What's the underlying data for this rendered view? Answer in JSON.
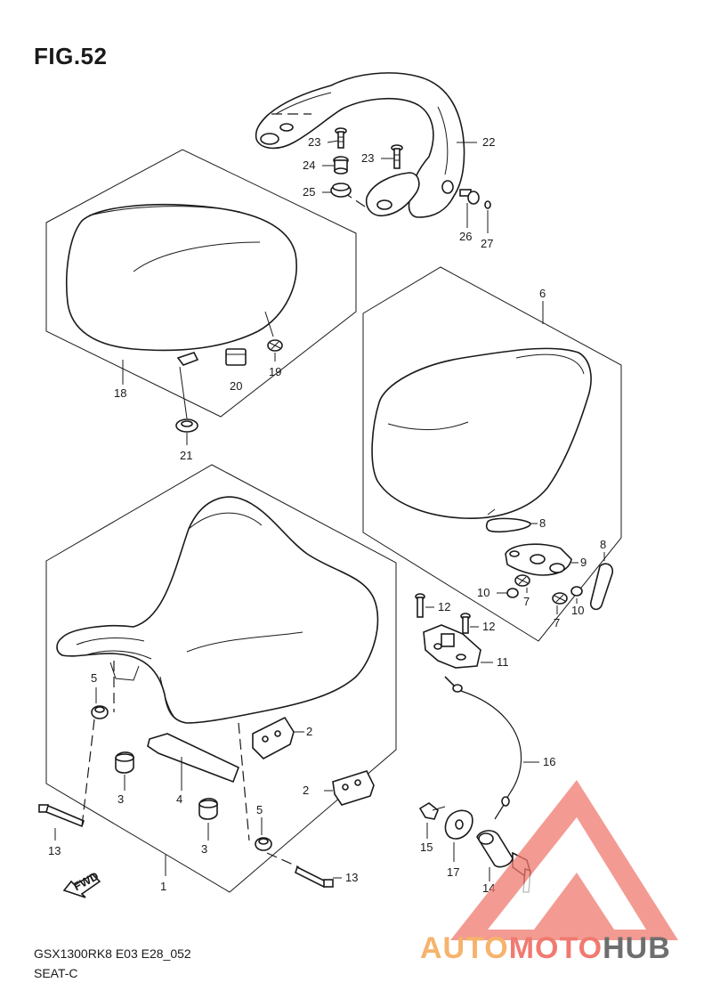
{
  "figure": {
    "title": "FIG.52",
    "model_code": "GSX1300RK8 E03 E28_052",
    "section": "SEAT-C"
  },
  "fwd_label": "FWD",
  "watermark": {
    "part1": "AUTO",
    "part2": "MOTO",
    "part3": "HUB",
    "colors": {
      "part1": "#f5b36c",
      "part2": "#f07a70",
      "part3": "#6e6e6e",
      "triangle": "#f07a70"
    }
  },
  "callouts": [
    "1",
    "2",
    "2",
    "3",
    "3",
    "4",
    "5",
    "5",
    "6",
    "7",
    "7",
    "8",
    "8",
    "9",
    "10",
    "10",
    "11",
    "12",
    "12",
    "13",
    "13",
    "14",
    "15",
    "16",
    "17",
    "18",
    "19",
    "20",
    "21",
    "22",
    "23",
    "23",
    "24",
    "25",
    "26",
    "27"
  ]
}
